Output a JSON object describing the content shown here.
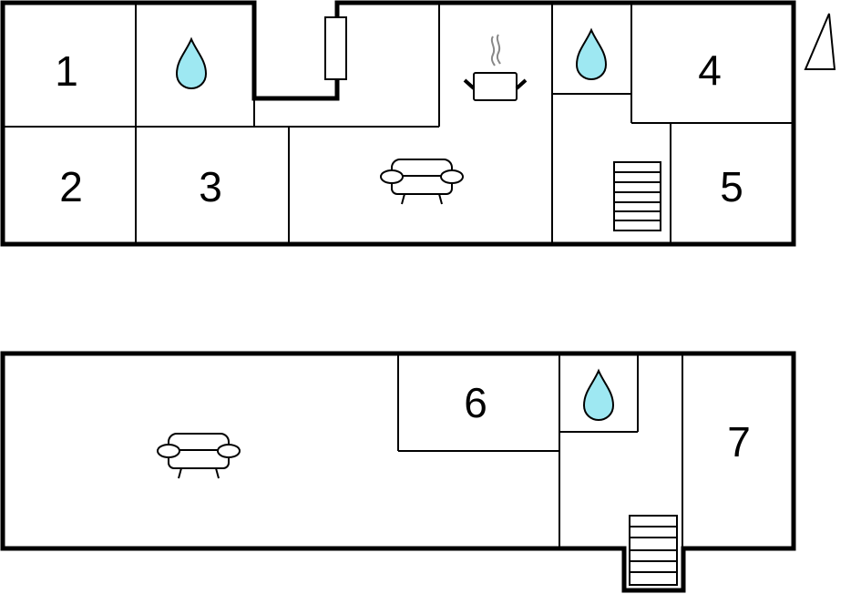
{
  "floorplan": {
    "upper_floor": {
      "rooms": [
        {
          "label": "1",
          "type": "bedroom"
        },
        {
          "label": "2",
          "type": "bedroom"
        },
        {
          "label": "3",
          "type": "bedroom"
        },
        {
          "label": "4",
          "type": "bedroom"
        },
        {
          "label": "5",
          "type": "bedroom"
        }
      ],
      "icons": [
        "water-drop-icon",
        "water-drop-icon",
        "cooking-pot-icon",
        "sofa-icon",
        "stairs-icon",
        "fireplace-icon"
      ]
    },
    "lower_floor": {
      "rooms": [
        {
          "label": "6",
          "type": "bedroom"
        },
        {
          "label": "7",
          "type": "bedroom"
        }
      ],
      "icons": [
        "sofa-icon",
        "water-drop-icon",
        "stairs-icon"
      ]
    },
    "north_arrow": "triangle",
    "colors": {
      "water": "#9ee8f2",
      "walls": "#000000"
    }
  }
}
